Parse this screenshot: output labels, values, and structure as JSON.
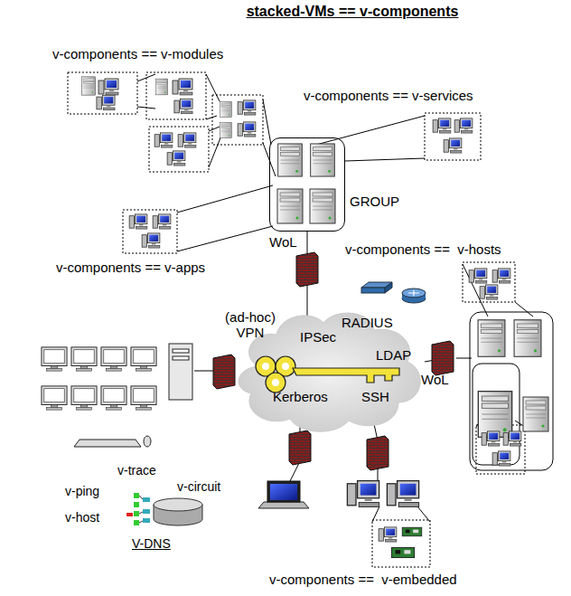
{
  "diagram": {
    "title": "stacked-VMs == v-components",
    "nodes": [
      {
        "text": [
          "GROUP"
        ]
      },
      {
        "text": [
          "(ad-hoc) VPN",
          "IPSec",
          "RADIUS",
          "LDAP",
          "Kerberos",
          "SSH"
        ]
      }
    ],
    "edges": [
      {
        "from": 0,
        "to": 1,
        "arrow": "none"
      }
    ],
    "labels": [
      "v-components == v-modules",
      "v-components == v-services",
      "v-components == v-apps",
      "WoL",
      "v-components ==  v-hosts",
      "WoL",
      "v-trace",
      "v-ping",
      "v-circuit",
      "v-host",
      "V-DNS",
      "v-components ==  v-embedded"
    ]
  }
}
